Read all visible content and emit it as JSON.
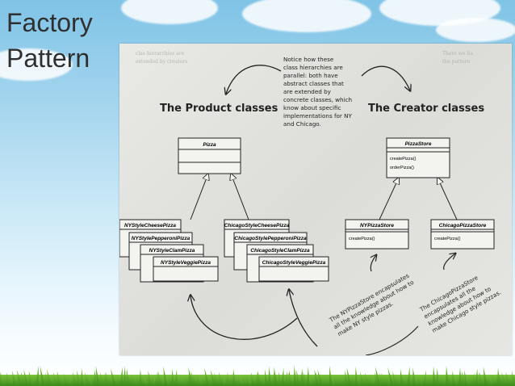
{
  "slide": {
    "title": "Factory\nPattern"
  },
  "diagram": {
    "headings": {
      "product": "The Product classes",
      "creator": "The Creator classes"
    },
    "notes": {
      "parallel": [
        "Notice how these",
        "class hierarchies are",
        "parallel: both have",
        "abstract classes that",
        "are extended by",
        "concrete classes, which",
        "know about specific",
        "implementations for NY",
        "and Chicago."
      ],
      "ny_store": [
        "The NYPizzaStore encapsulates",
        "all the knowledge about how to",
        "make NY style pizzas."
      ],
      "chicago_store": [
        "The ChicagoPizzaStore",
        "encapsulates all the",
        "knowledge about how to",
        "make Chicago style pizzas."
      ]
    },
    "product_abstract": {
      "name": "Pizza"
    },
    "ny_pizzas": [
      "NYStyleCheesePizza",
      "NYStylePepperoniPizza",
      "NYStyleClamPizza",
      "NYStyleVeggiePizza"
    ],
    "chicago_pizzas": [
      "ChicagoStyleCheesePizza",
      "ChicagoStylePepperoniPizza",
      "ChicagoStyleClamPizza",
      "ChicagoStyleVeggiePizza"
    ],
    "creator_abstract": {
      "name": "PizzaStore",
      "methods": [
        "createPizza()",
        "orderPizza()"
      ]
    },
    "ny_store": {
      "name": "NYPizzaStore",
      "methods": [
        "createPizza()"
      ]
    },
    "chicago_store": {
      "name": "ChicagoPizzaStore",
      "methods": [
        "createPizza()"
      ]
    }
  },
  "colors": {
    "ink": "#222222",
    "box_fill": "#f3f3f0",
    "paper": "#e2e2de",
    "sky": "#8fcbea",
    "grass": "#5ea62a"
  }
}
